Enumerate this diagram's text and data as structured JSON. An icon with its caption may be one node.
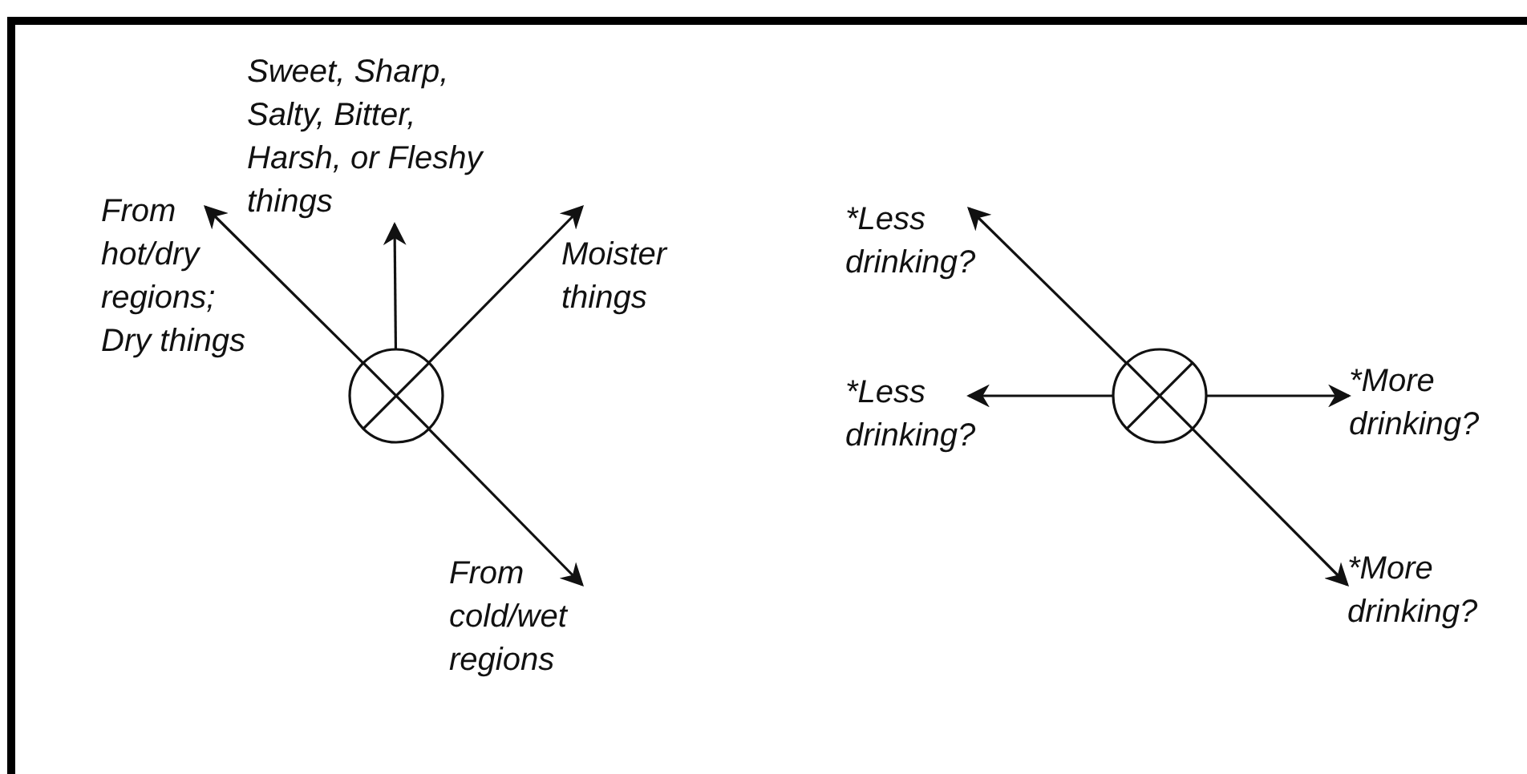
{
  "diagram": {
    "nodes": [
      {
        "text": [],
        "shape": "circle"
      },
      {
        "text": [
          "Sweet, Sharp, Salty, Bitter, Harsh, or Fleshy things"
        ]
      },
      {
        "text": [
          "From hot/dry regions; Dry things"
        ]
      },
      {
        "text": [
          "Moister things"
        ]
      },
      {
        "text": [
          "From cold/wet regions"
        ]
      },
      {
        "text": [],
        "shape": "circle"
      },
      {
        "text": [
          "*Less drinking?"
        ]
      },
      {
        "text": [
          "*Less drinking?"
        ]
      },
      {
        "text": [
          "*More drinking?"
        ]
      },
      {
        "text": [
          "*More drinking?"
        ]
      }
    ],
    "edges": [
      {
        "from": 0,
        "to": 1,
        "arrow": "to"
      },
      {
        "from": 0,
        "to": 2,
        "arrow": "to"
      },
      {
        "from": 0,
        "to": 3,
        "arrow": "to"
      },
      {
        "from": 0,
        "to": 4,
        "arrow": "to"
      },
      {
        "from": 5,
        "to": 6,
        "arrow": "to"
      },
      {
        "from": 5,
        "to": 7,
        "arrow": "to"
      },
      {
        "from": 5,
        "to": 8,
        "arrow": "to"
      },
      {
        "from": 5,
        "to": 9,
        "arrow": "to"
      }
    ]
  }
}
